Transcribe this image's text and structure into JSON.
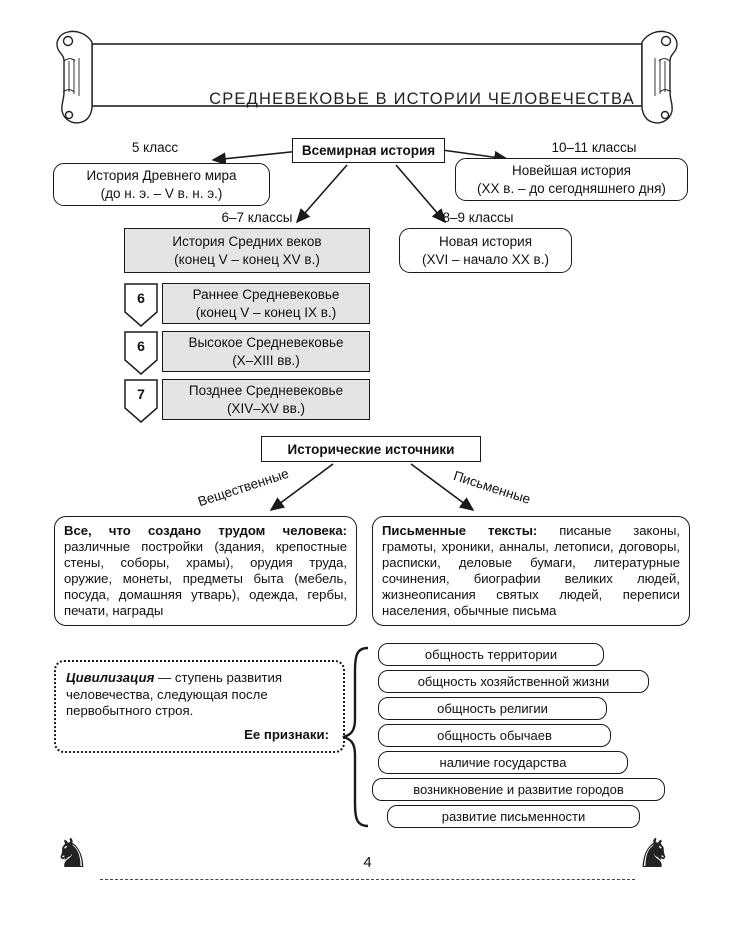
{
  "page": {
    "title": "СРЕДНЕВЕКОВЬЕ В ИСТОРИИ ЧЕЛОВЕЧЕСТВА",
    "page_number": "4",
    "knight_icon": "♞"
  },
  "world_history": {
    "label": "Всемирная история",
    "branches": [
      {
        "grade": "5 класс",
        "title": "История Древнего мира",
        "period": "(до н. э. – V в. н. э.)"
      },
      {
        "grade": "10–11 классы",
        "title": "Новейшая история",
        "period": "(XX в. – до сегодняшнего дня)"
      },
      {
        "grade": "6–7 классы",
        "title": "История Средних веков",
        "period": "(конец V – конец XV в.)"
      },
      {
        "grade": "8–9 классы",
        "title": "Новая история",
        "period": "(XVI – начало XX в.)"
      }
    ],
    "middle_ages_periods": [
      {
        "grade": "6",
        "title": "Раннее Средневековье",
        "period": "(конец V – конец IX в.)"
      },
      {
        "grade": "6",
        "title": "Высокое Средневековье",
        "period": "(X–XIII вв.)"
      },
      {
        "grade": "7",
        "title": "Позднее Средневековье",
        "period": "(XIV–XV вв.)"
      }
    ]
  },
  "sources": {
    "label": "Исторические источники",
    "left_branch_label": "Вещественные",
    "right_branch_label": "Письменные",
    "material": {
      "lead": "Все, что создано трудом человека:",
      "text": "различные постройки (здания, крепостные стены, соборы, храмы), орудия труда, оружие, монеты, предметы быта (мебель, посуда, домашняя утварь), одежда, гербы, печати, награды"
    },
    "written": {
      "lead": "Письменные тексты:",
      "text": "писаные законы, грамоты, хроники, анналы, летописи, договоры, расписки, деловые бумаги, литературные сочинения, биографии великих людей, жизнеописания святых людей, переписи населения, обычные письма"
    }
  },
  "civilization": {
    "term": "Цивилизация",
    "definition": "— ступень развития человечества, следующая после первобытного строя.",
    "features_label": "Ее признаки:",
    "features": [
      "общность территории",
      "общность хозяйственной жизни",
      "общность религии",
      "общность обычаев",
      "наличие государства",
      "возникновение и развитие городов",
      "развитие письменности"
    ]
  },
  "colors": {
    "ink": "#1a1a1a",
    "box_grey": "#e4e4e4"
  }
}
